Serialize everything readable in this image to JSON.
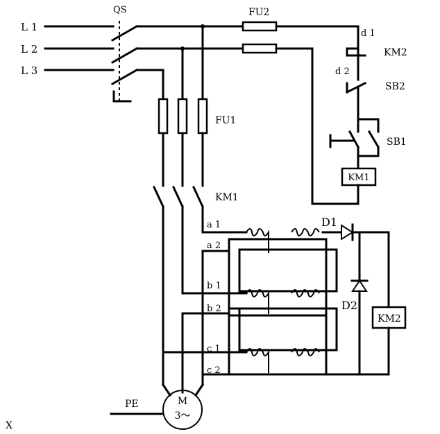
{
  "labels": {
    "qs": "QS",
    "l1": "L 1",
    "l2": "L 2",
    "l3": "L 3",
    "fu2": "FU2",
    "fu1": "FU1",
    "km1_contacts": "KM1",
    "km1_coil": "KM1",
    "km2_contact": "KM2",
    "km2_coil": "KM2",
    "sb2": "SB2",
    "sb1": "SB1",
    "d1_node": "d 1",
    "d2_node": "d 2",
    "a1": "a 1",
    "a2": "a 2",
    "b1": "b 1",
    "b2": "b 2",
    "c1": "c 1",
    "c2": "c 2",
    "diode1": "D1",
    "diode2": "D2",
    "pe": "PE",
    "motor_m": "M",
    "motor_spec": "3～",
    "corner_mark": "X"
  }
}
